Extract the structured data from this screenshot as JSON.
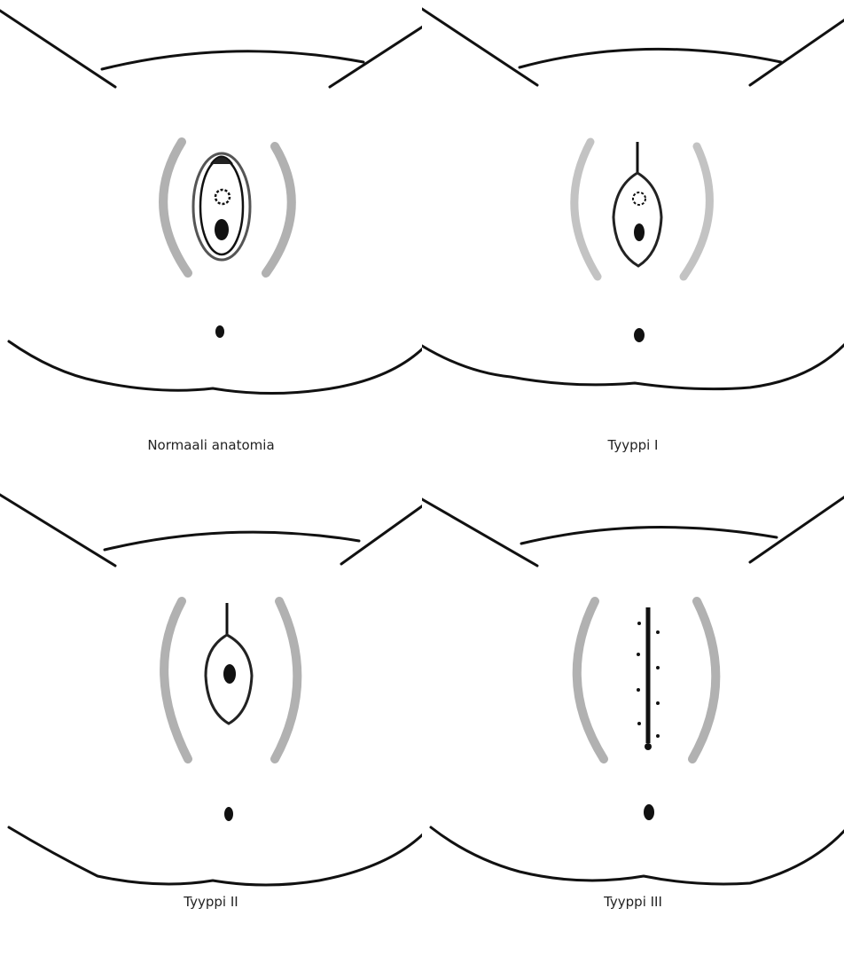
{
  "figure": {
    "panels": [
      {
        "label": "Normaali anatomia",
        "type": "normal"
      },
      {
        "label": "Tyyppi I",
        "type": "type1"
      },
      {
        "label": "Tyyppi II",
        "type": "type2"
      },
      {
        "label": "Tyyppi III",
        "type": "type3"
      }
    ]
  },
  "colors": {
    "ink": "#111111",
    "shade": "#a8a8a8",
    "background": "#ffffff"
  }
}
